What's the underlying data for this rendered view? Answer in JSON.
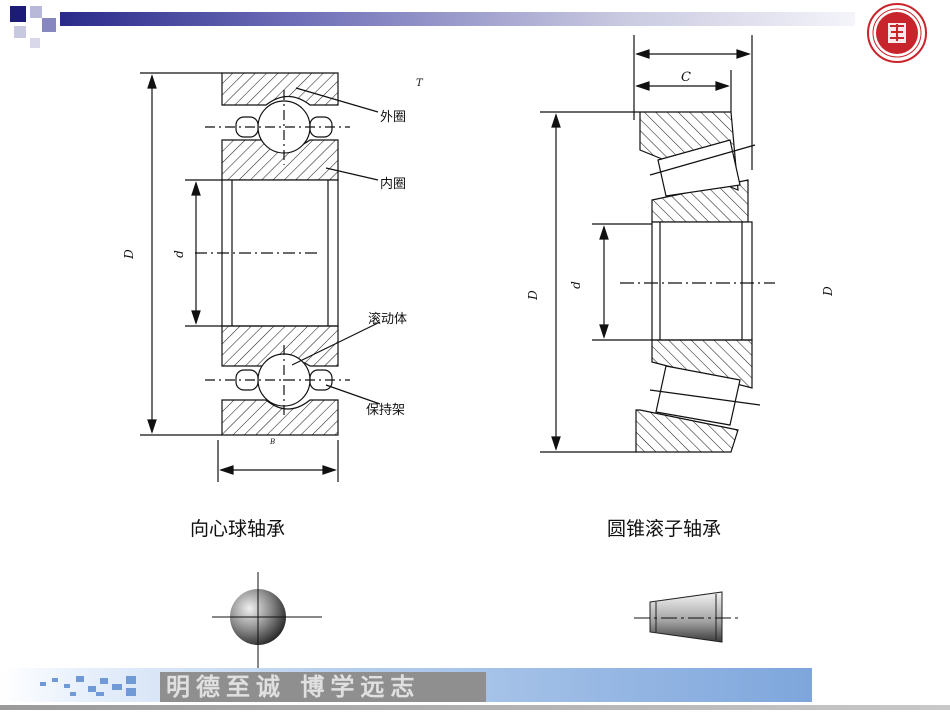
{
  "ball_bearing": {
    "labels": {
      "outer_ring": "外圈",
      "inner_ring": "内圈",
      "rolling_element": "滚动体",
      "cage": "保持架"
    },
    "dims": {
      "D": "D",
      "d": "d",
      "B": "B",
      "T": "T"
    },
    "caption": "向心球轴承"
  },
  "tapered_bearing": {
    "dims": {
      "C": "C",
      "D": "D",
      "d": "d",
      "D_right": "D"
    },
    "caption": "圆锥滚子轴承"
  },
  "footer": {
    "motto": "明德至诚 博学远志"
  },
  "colors": {
    "topbar_dark": "#2a2a8a",
    "footer_blue": "#7ea6dc",
    "logo_red": "#c8242b"
  },
  "icons": {
    "logo": "university-seal-icon",
    "corner": "blue-squares-icon"
  }
}
